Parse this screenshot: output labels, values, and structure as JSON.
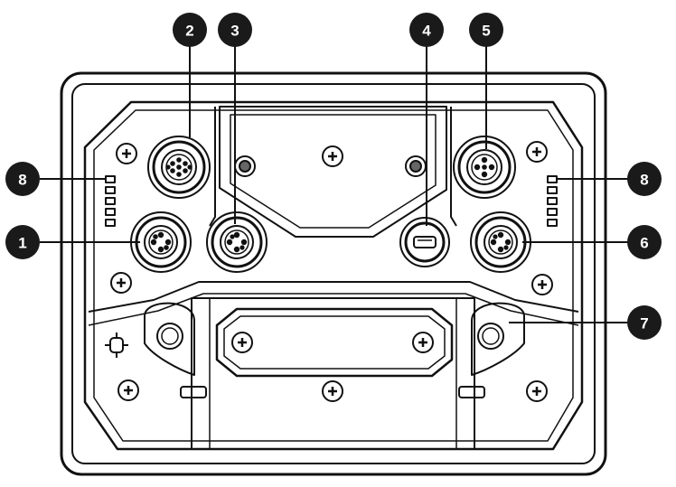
{
  "colors": {
    "line": "#111111",
    "callout_fill": "#1a1a1a",
    "callout_text": "#ffffff",
    "background": "#ffffff"
  },
  "callouts": [
    {
      "id": "c1",
      "label": "1"
    },
    {
      "id": "c2",
      "label": "2"
    },
    {
      "id": "c3",
      "label": "3"
    },
    {
      "id": "c4",
      "label": "4"
    },
    {
      "id": "c5",
      "label": "5"
    },
    {
      "id": "c6",
      "label": "6"
    },
    {
      "id": "c7",
      "label": "7"
    },
    {
      "id": "c8l",
      "label": "8"
    },
    {
      "id": "c8r",
      "label": "8"
    }
  ]
}
